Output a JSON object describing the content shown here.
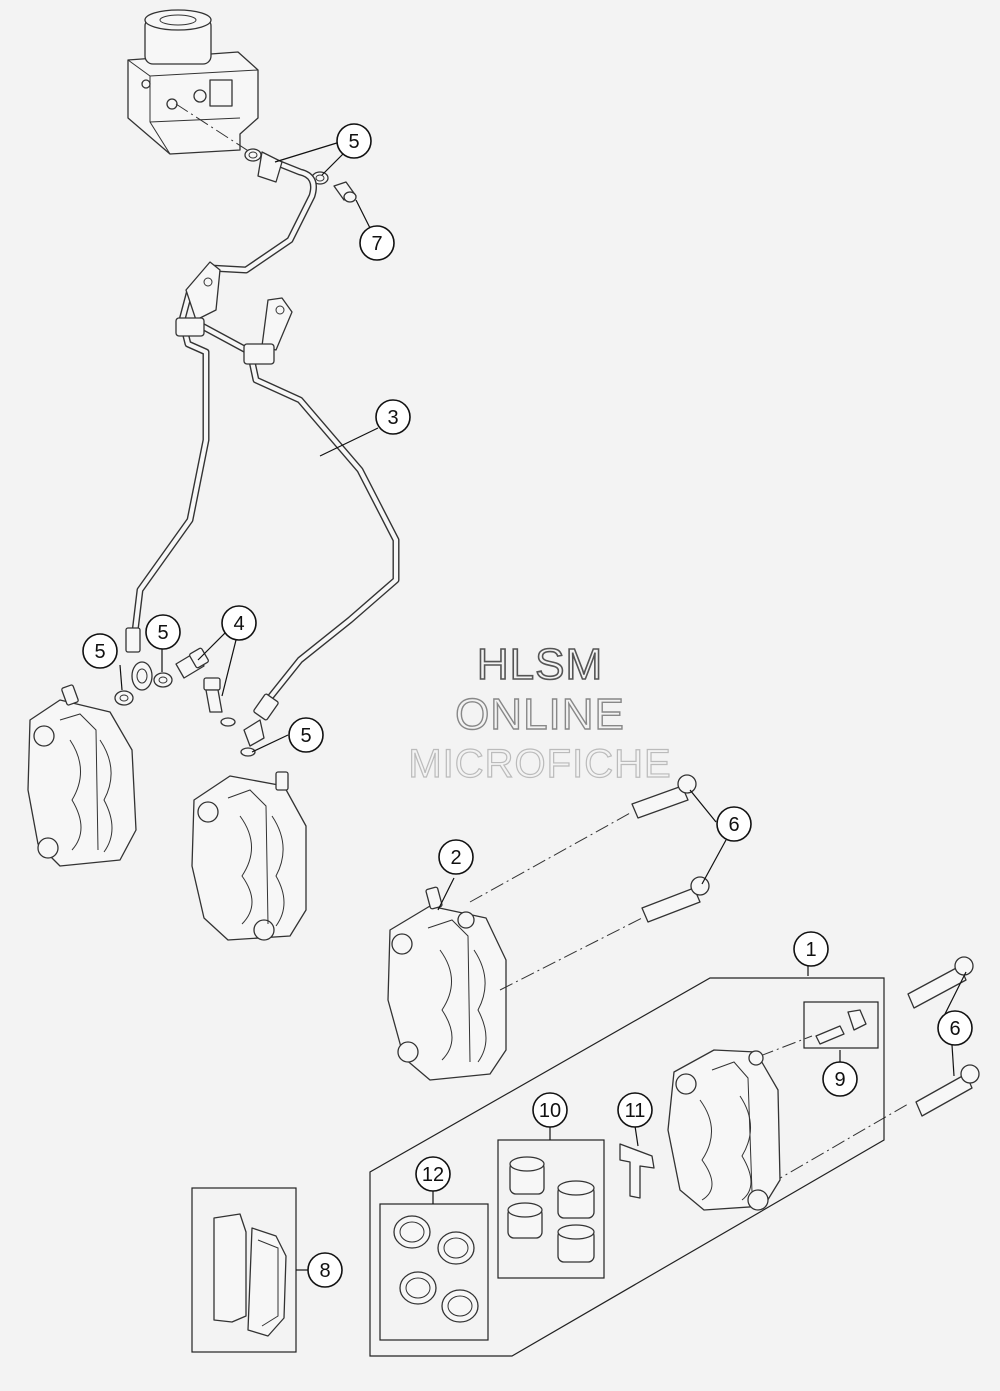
{
  "watermark": {
    "line1": "HLSM",
    "line2": "ONLINE",
    "line3": "MICROFICHE"
  },
  "callouts": {
    "c1": "1",
    "c2": "2",
    "c3": "3",
    "c4": "4",
    "c5a": "5",
    "c5b": "5",
    "c5c": "5",
    "c5d": "5",
    "c6a": "6",
    "c6b": "6",
    "c7": "7",
    "c8": "8",
    "c9": "9",
    "c10": "10",
    "c11": "11",
    "c12": "12"
  },
  "colors": {
    "line": "#333333",
    "background": "#f3f3f3",
    "part_fill": "#f7f7f7"
  }
}
